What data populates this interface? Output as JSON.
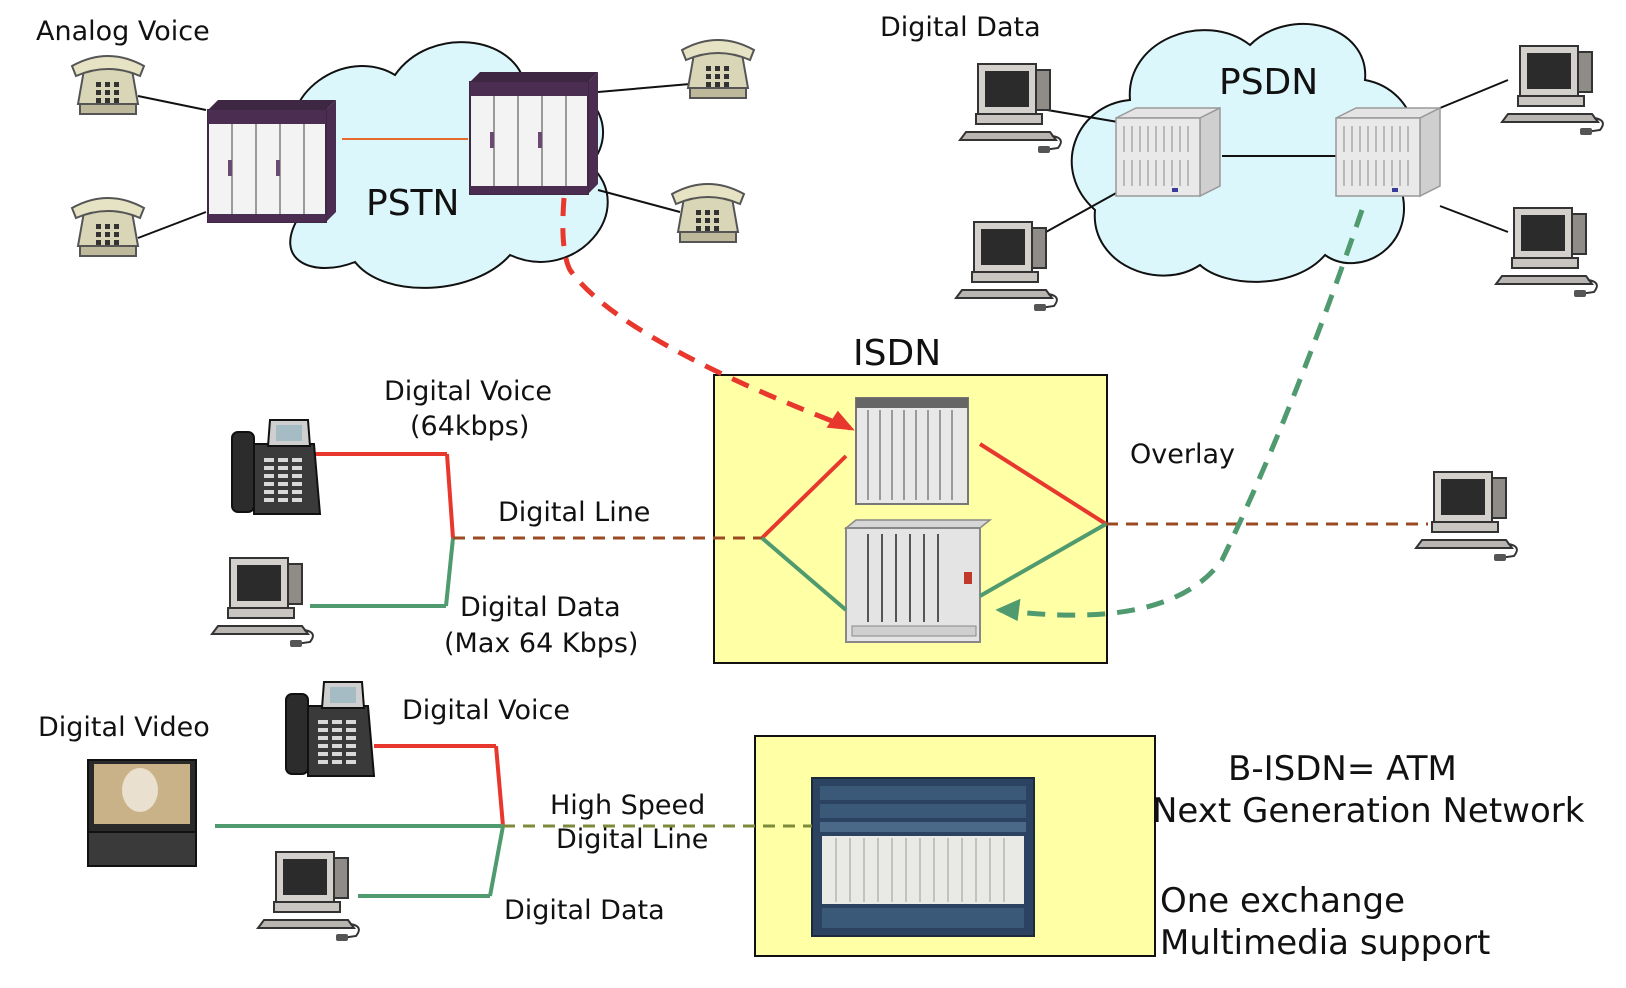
{
  "pstn": {
    "cloud_label": "PSTN",
    "endpoint_label": "Analog Voice"
  },
  "psdn": {
    "cloud_label": "PSDN",
    "endpoint_label": "Digital Data"
  },
  "isdn": {
    "title": "ISDN",
    "overlay_label": "Overlay",
    "voice_label_line1": "Digital Voice",
    "voice_label_line2": "(64kbps)",
    "line_label": "Digital Line",
    "data_label_line1": "Digital Data",
    "data_label_line2": "(Max 64 Kbps)"
  },
  "bisdn": {
    "video_label": "Digital Video",
    "voice_label": "Digital Voice",
    "high_speed_label": "High Speed",
    "line_label": "Digital Line",
    "data_label": "Digital Data",
    "title": "B-ISDN= ATM",
    "subtitle": "Next Generation Network",
    "feature_1": "One exchange",
    "feature_2": "Multimedia support"
  },
  "colors": {
    "cloud_fill": "#dcf7fb",
    "box_fill": "#ffffa6",
    "voice_line": "#e8372c",
    "data_line": "#4f9a6e",
    "digital_line": "#9b4a22",
    "high_speed_line": "#7c8b3a",
    "high_speed_text": "#e8372c"
  },
  "icons": {
    "analog_phone": "rotary-phone-icon",
    "computer": "desktop-computer-icon",
    "switch": "switch-cabinet-icon",
    "router": "packet-switch-icon",
    "digital_phone": "digital-phone-icon",
    "video": "tv-monitor-icon",
    "atm_switch": "atm-switch-icon"
  }
}
